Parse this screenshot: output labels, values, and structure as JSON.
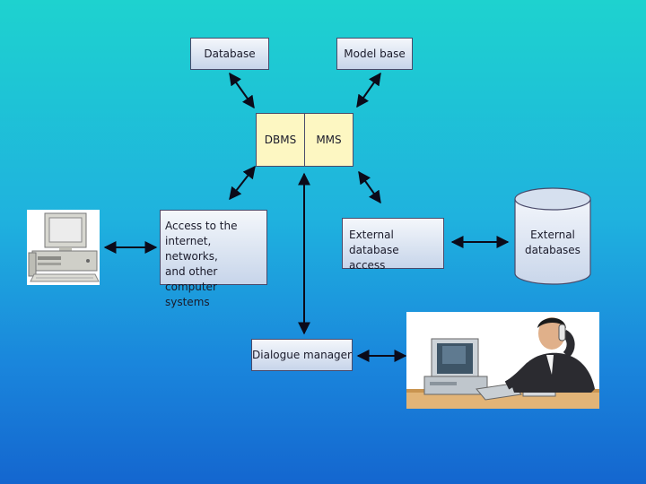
{
  "nodes": {
    "database": "Database",
    "model_base": "Model base",
    "dbms": "DBMS",
    "mms": "MMS",
    "access": [
      "Access to the",
      "internet, networks,",
      "and other computer",
      "systems"
    ],
    "external_access": [
      "External database",
      "access"
    ],
    "external_databases": [
      "External",
      "databases"
    ],
    "dialogue_manager": "Dialogue manager"
  },
  "icons": {
    "computer": "desktop-computer-icon",
    "user": "user-at-computer-icon",
    "cylinder": "database-cylinder-icon"
  }
}
